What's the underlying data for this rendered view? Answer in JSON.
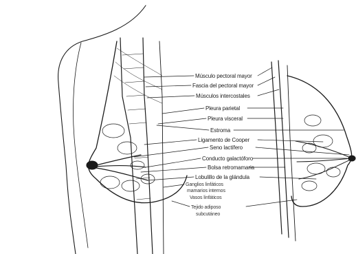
{
  "colors": {
    "ink": "#1a1a1a",
    "background": "#ffffff"
  },
  "labels": {
    "musculo_pectoral_mayor": "Músculo pectoral mayor",
    "fascia_pectoral_mayor": "Fascia del pectoral mayor",
    "musculos_intercostales": "Músculos intercostales",
    "pleura_parietal": "Pleura parietal",
    "pleura_visceral": "Pleura visceral",
    "estroma": "Estroma",
    "ligamento_cooper": "Ligamento de Cooper",
    "seno_lactifero": "Seno lactífero",
    "conducto_galactoforo": "Conducto galactóforo",
    "bolsa_retromamaria": "Bolsa retromamaria",
    "lobulillo_glandula": "Lobulillo de la glándula",
    "ganglios_linfaticos": "Ganglios linfáticos",
    "mamarios_internos": "mamarios internos",
    "vasos_linfaticos": "Vasos linfáticos",
    "tejido_adiposo": "Tejido adiposo",
    "subcutaneo": "subcutáneo"
  }
}
